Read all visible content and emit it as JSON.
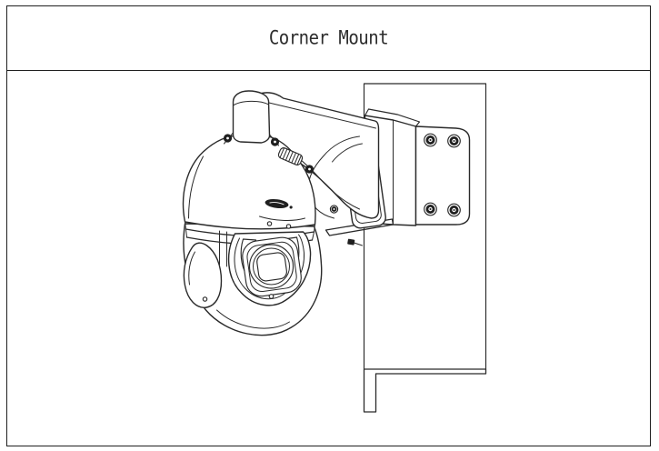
{
  "window": {
    "title": "Corner Mount"
  },
  "diagram": {
    "type": "technical-illustration",
    "subject": "PTZ dome camera on wall arm fixed to a corner mount bracket on a wall corner",
    "icons": [
      "wall-corner-outline",
      "corner-mount-bracket",
      "bracket-screw",
      "arm-mount-plate",
      "plate-screw",
      "mount-arm",
      "threaded-conduit",
      "hex-nut",
      "camera-top-cap",
      "cap-screw",
      "dome-cover",
      "dahua-logo",
      "pan-tilt-ball",
      "yoke-side-cover",
      "lens-assembly",
      "lens-window",
      "cable-connector"
    ]
  },
  "colors": {
    "background": "#ffffff",
    "line": "#2a2a2a",
    "frame_border": "#1f1f1f",
    "screw_fill": "#1f1f1f",
    "title_text": "#2d2d2d"
  }
}
